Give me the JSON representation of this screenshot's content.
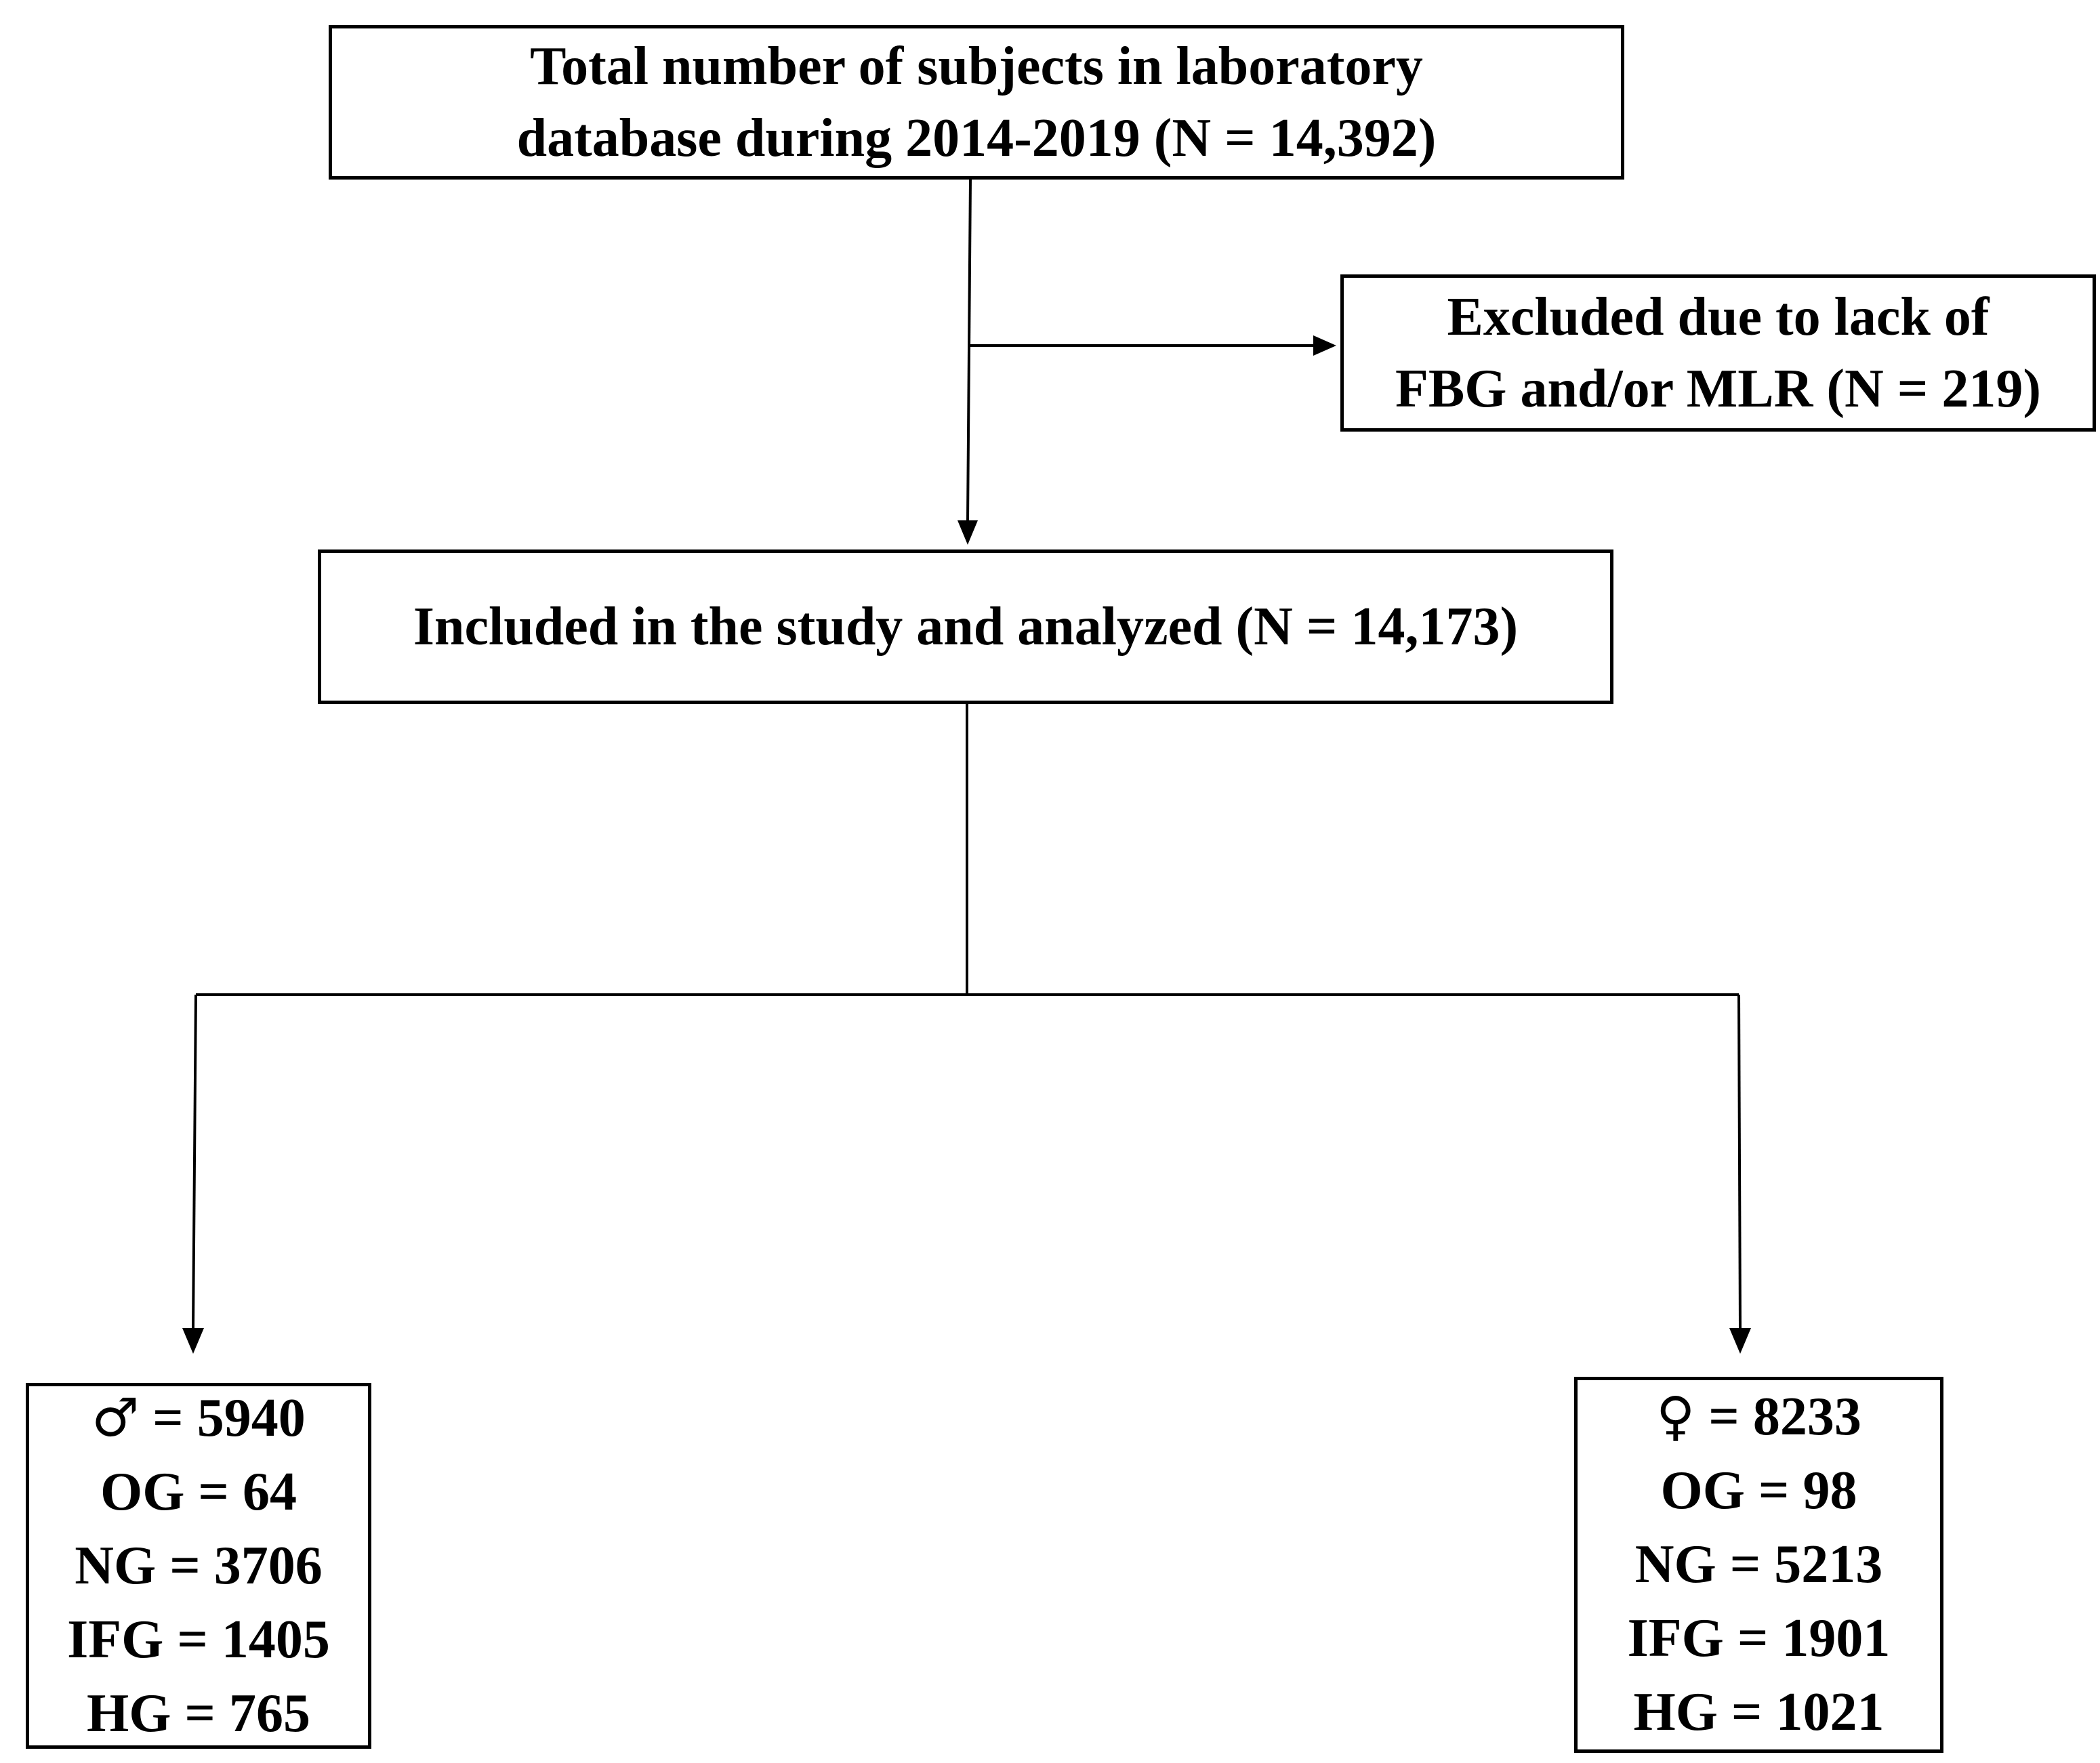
{
  "total": {
    "line1": "Total number of subjects in laboratory",
    "line2": "database during 2014-2019 (N = 14,392)"
  },
  "excluded": {
    "line1": "Excluded due to lack of",
    "line2": "FBG and/or MLR (N = 219)"
  },
  "included": {
    "line1": "Included in the study and analyzed (N = 14,173)"
  },
  "male": {
    "symbol": "♂",
    "total": " = 5940",
    "og": "OG = 64",
    "ng": "NG = 3706",
    "ifg": "IFG = 1405",
    "hg": "HG = 765"
  },
  "female": {
    "symbol": "♀",
    "total": " = 8233",
    "og": "OG = 98",
    "ng": "NG = 5213",
    "ifg": "IFG = 1901",
    "hg": "HG = 1021"
  }
}
